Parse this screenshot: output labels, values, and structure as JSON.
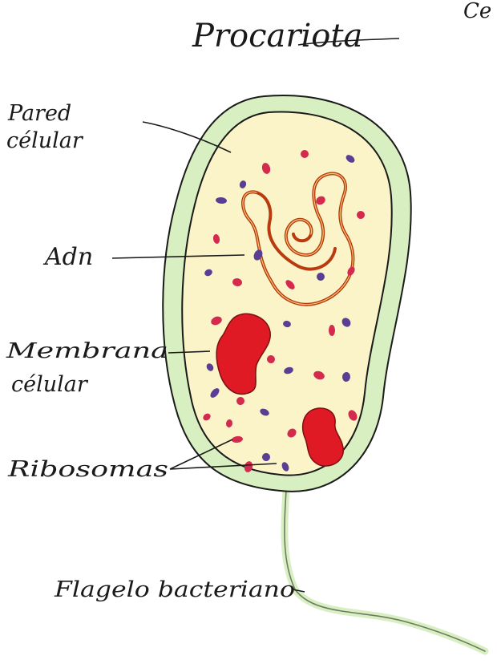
{
  "title": "Procariota",
  "corner_text": "Ce",
  "labels": {
    "cell_wall": [
      "Pared",
      "célular"
    ],
    "dna": "Adn",
    "cell_membrane": [
      "Membrana",
      "célular"
    ],
    "ribosomes": "Ribosomas",
    "flagellum": "Flagelo bacteriano"
  },
  "colors": {
    "cell_wall": "#d8efc2",
    "cytoplasm": "#fbf4c8",
    "pili": "#3aa2b8",
    "dna": "#b83a0e",
    "inclusions": "#e01a24",
    "ribosome_red": "#d42a4e",
    "ribosome_purple": "#5b3d93",
    "ink": "#1a1a1a"
  }
}
